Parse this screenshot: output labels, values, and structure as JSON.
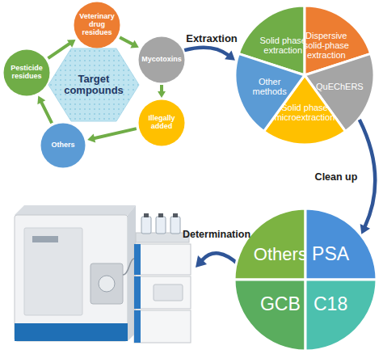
{
  "diagram": {
    "nodes": [
      {
        "text": [
          "Target compounds"
        ]
      },
      {
        "text": [
          "Veterinary drug residues"
        ]
      },
      {
        "text": [
          "Mycotoxins"
        ]
      },
      {
        "text": [
          "Illegally added"
        ]
      },
      {
        "text": [
          "Others"
        ]
      },
      {
        "text": [
          "Pesticide residues"
        ]
      },
      {
        "text": [
          "Solid phase extraction"
        ]
      },
      {
        "text": [
          "Dispersive solid-phase extraction"
        ]
      },
      {
        "text": [
          "QuEChERS"
        ]
      },
      {
        "text": [
          "Solid phase microextraction"
        ]
      },
      {
        "text": [
          "Other methods"
        ]
      },
      {
        "text": [
          "Others"
        ]
      },
      {
        "text": [
          "PSA"
        ]
      },
      {
        "text": [
          "GCB"
        ]
      },
      {
        "text": [
          "C18"
        ]
      }
    ],
    "edges": [
      {
        "from": 5,
        "to": 1,
        "arrow": "to"
      },
      {
        "from": 1,
        "to": 2,
        "arrow": "to"
      },
      {
        "from": 2,
        "to": 3,
        "arrow": "to"
      },
      {
        "from": 3,
        "to": 4,
        "arrow": "to"
      },
      {
        "from": 4,
        "to": 5,
        "arrow": "to"
      },
      {
        "from": 2,
        "to": 6,
        "label": "Extraxtion",
        "arrow": "to"
      },
      {
        "from": 8,
        "to": 12,
        "label": "Clean up",
        "arrow": "to"
      }
    ],
    "labels": [
      "Determination"
    ]
  }
}
